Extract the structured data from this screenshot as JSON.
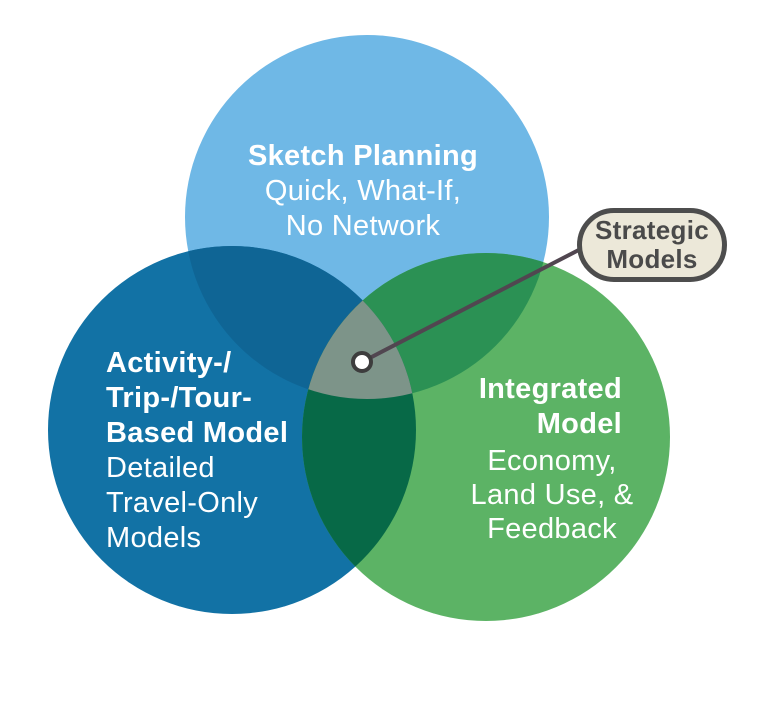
{
  "colors": {
    "background": "#ffffff",
    "sketch_circle": "#6fb8e6",
    "activity_circle": "#1272a5",
    "integrated_circle": "#5cb365",
    "overlap_sketch_activity": "#0f6595",
    "overlap_sketch_integrated": "#2b9154",
    "overlap_activity_integrated": "#076947",
    "overlap_center": "#7d9489",
    "leader_line": "#514650",
    "dot_fill": "#ffffff",
    "dot_ring": "#3d3d3d",
    "callout_fill": "#ece8d9",
    "callout_border": "#4d4d4d",
    "callout_text": "#4a4a4a",
    "label_text": "#ffffff"
  },
  "venn": {
    "sketch": {
      "title": "Sketch Planning",
      "lines": [
        "Quick, What-If,",
        "No Network"
      ]
    },
    "activity": {
      "title_lines": [
        "Activity-/",
        "Trip-/Tour-",
        "Based Model"
      ],
      "lines": [
        "Detailed",
        "Travel-Only",
        "Models"
      ]
    },
    "integrated": {
      "title_lines": [
        "Integrated",
        "Model"
      ],
      "lines": [
        "Economy,",
        "Land Use, &",
        "Feedback"
      ]
    },
    "callout": {
      "lines": [
        "Strategic",
        "Models"
      ]
    }
  }
}
